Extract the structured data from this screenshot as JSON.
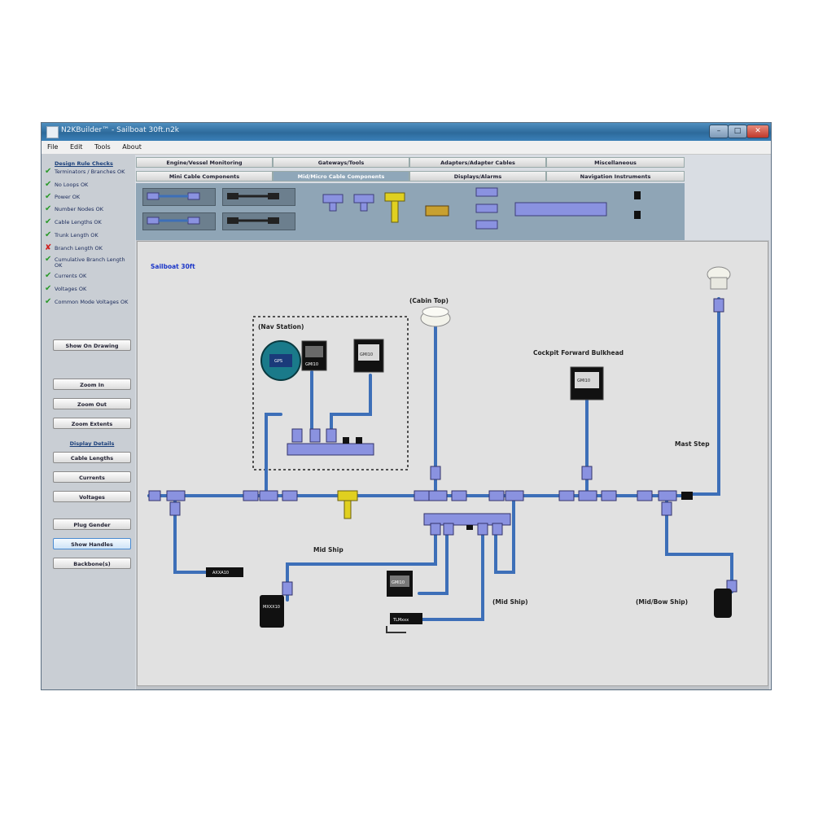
{
  "window": {
    "title": "N2KBuilder™ - Sailboat 30ft.n2k",
    "controls": [
      "–",
      "□",
      "✕"
    ]
  },
  "menu": [
    "File",
    "Edit",
    "Tools",
    "About"
  ],
  "design_checks": {
    "title": "Design Rule Checks",
    "items": [
      {
        "label": "Terminators / Branches OK",
        "status": "ok"
      },
      {
        "label": "No Loops OK",
        "status": "ok"
      },
      {
        "label": "Power OK",
        "status": "ok"
      },
      {
        "label": "Number Nodes OK",
        "status": "ok"
      },
      {
        "label": "Cable Lengths OK",
        "status": "ok"
      },
      {
        "label": "Trunk Length OK",
        "status": "ok"
      },
      {
        "label": "Branch Length OK",
        "status": "error"
      },
      {
        "label": "Cumulative Branch Length OK",
        "status": "ok"
      },
      {
        "label": "Currents OK",
        "status": "ok"
      },
      {
        "label": "Voltages OK",
        "status": "ok"
      },
      {
        "label": "Common Mode Voltages OK",
        "status": "ok"
      }
    ],
    "ok_glyph": "✔",
    "error_glyph": "✘"
  },
  "buttons": {
    "show_on_drawing": "Show On Drawing",
    "zoom_in": "Zoom In",
    "zoom_out": "Zoom Out",
    "zoom_extents": "Zoom Extents",
    "display_details": "Display Details",
    "cable_lengths": "Cable Lengths",
    "currents": "Currents",
    "voltages": "Voltages",
    "plug_gender": "Plug Gender",
    "show_handles": "Show Handles",
    "backbones": "Backbone(s)"
  },
  "tabs": {
    "row1": [
      "Engine/Vessel Monitoring",
      "Gateways/Tools",
      "Adapters/Adapter Cables",
      "Miscellaneous"
    ],
    "row2": [
      "Mini Cable Components",
      "Mid/Micro Cable Components",
      "Displays/Alarms",
      "Navigation Instruments"
    ],
    "active": "Mid/Micro Cable Components"
  },
  "diagram": {
    "title": "Sailboat 30ft",
    "labels": {
      "nav_station": "(Nav Station)",
      "cabin_top": "(Cabin Top)",
      "cockpit": "Cockpit Forward Bulkhead",
      "mast_step": "Mast Step",
      "mid_ship_1": "Mid Ship",
      "mid_ship_2": "(Mid Ship)",
      "mid_bow": "(Mid/Bow Ship)"
    },
    "device_texts": {
      "display1": "GMI10",
      "display2": "GMI10",
      "gps": "GPS",
      "sensor": "AXXA10",
      "transducer": "TLMxxx",
      "gmi": "GMI10",
      "module": "MXXX10"
    }
  },
  "colors": {
    "cable": "#3d6fb8",
    "connector": "#8a92e0",
    "terminator_yellow": "#e0d020",
    "title_blue": "#1a35c8"
  }
}
